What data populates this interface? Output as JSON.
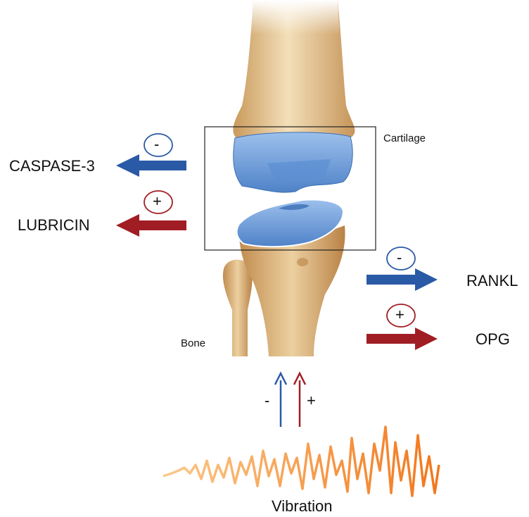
{
  "labels": {
    "cartilage": "Cartilage",
    "bone": "Bone",
    "vibration": "Vibration",
    "caspase": "CASPASE-3",
    "lubricin": "LUBRICIN",
    "rankl": "RANKL",
    "opg": "OPG"
  },
  "signs": {
    "caspase": "-",
    "lubricin": "+",
    "rankl": "-",
    "opg": "+",
    "input_blue": "-",
    "input_red": "+"
  },
  "colors": {
    "inhibit_blue": "#2a5aa6",
    "promote_red": "#a01e23",
    "cartilage_blue": "#6f9fd8",
    "bone": "#dcb47a",
    "vibration": "#f48a2a"
  }
}
